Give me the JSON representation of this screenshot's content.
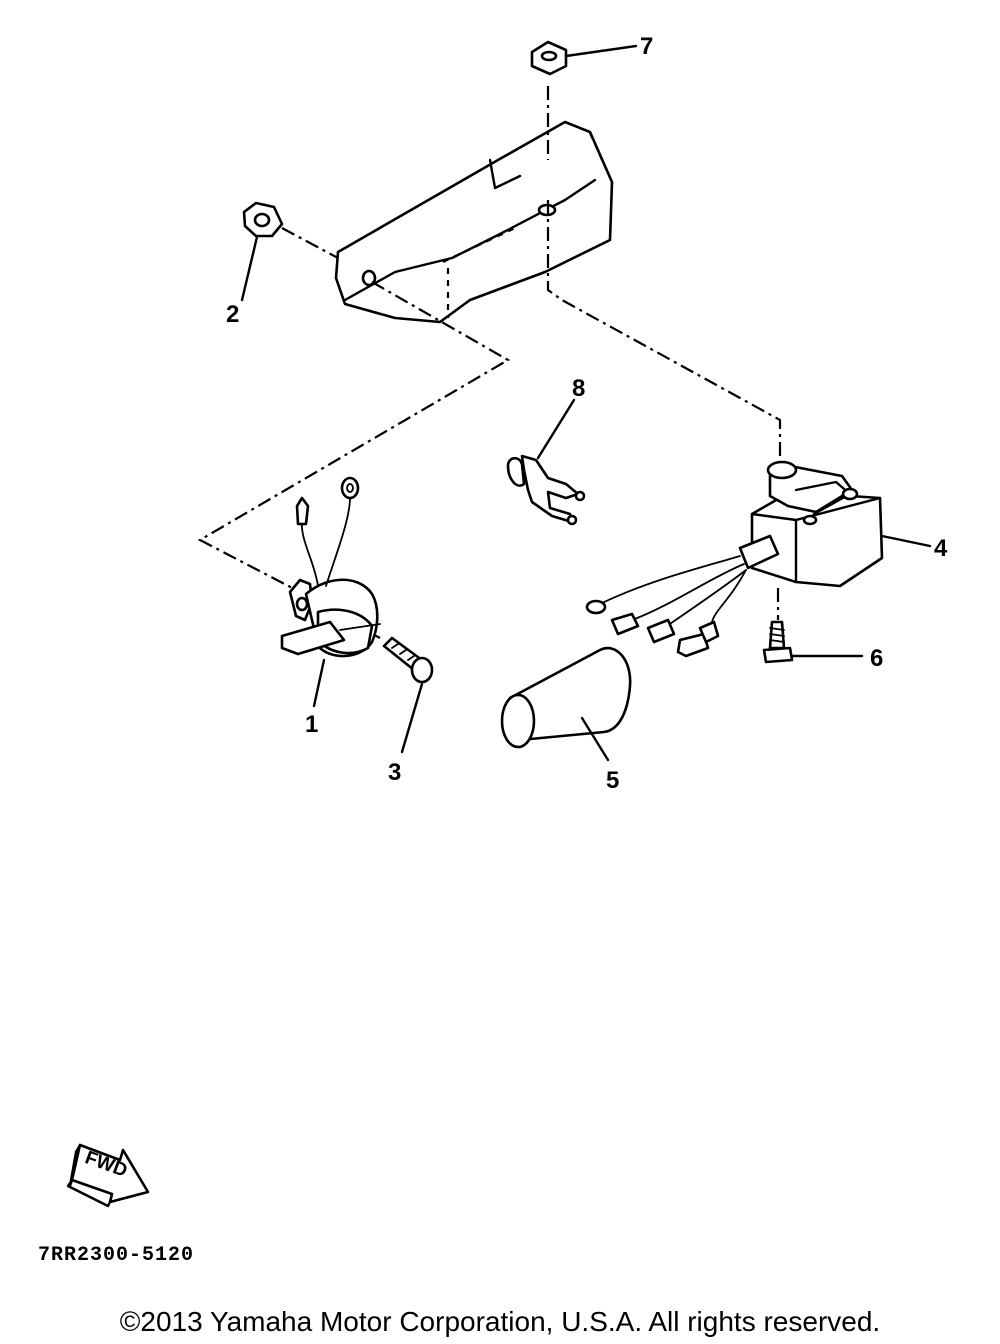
{
  "callouts": {
    "p1": "1",
    "p2": "2",
    "p3": "3",
    "p4": "4",
    "p5": "5",
    "p6": "6",
    "p7": "7",
    "p8": "8"
  },
  "fwd_label": "FWD",
  "drawing_code": "7RR2300-5120",
  "copyright": "©2013 Yamaha Motor Corporation, U.S.A. All rights reserved."
}
